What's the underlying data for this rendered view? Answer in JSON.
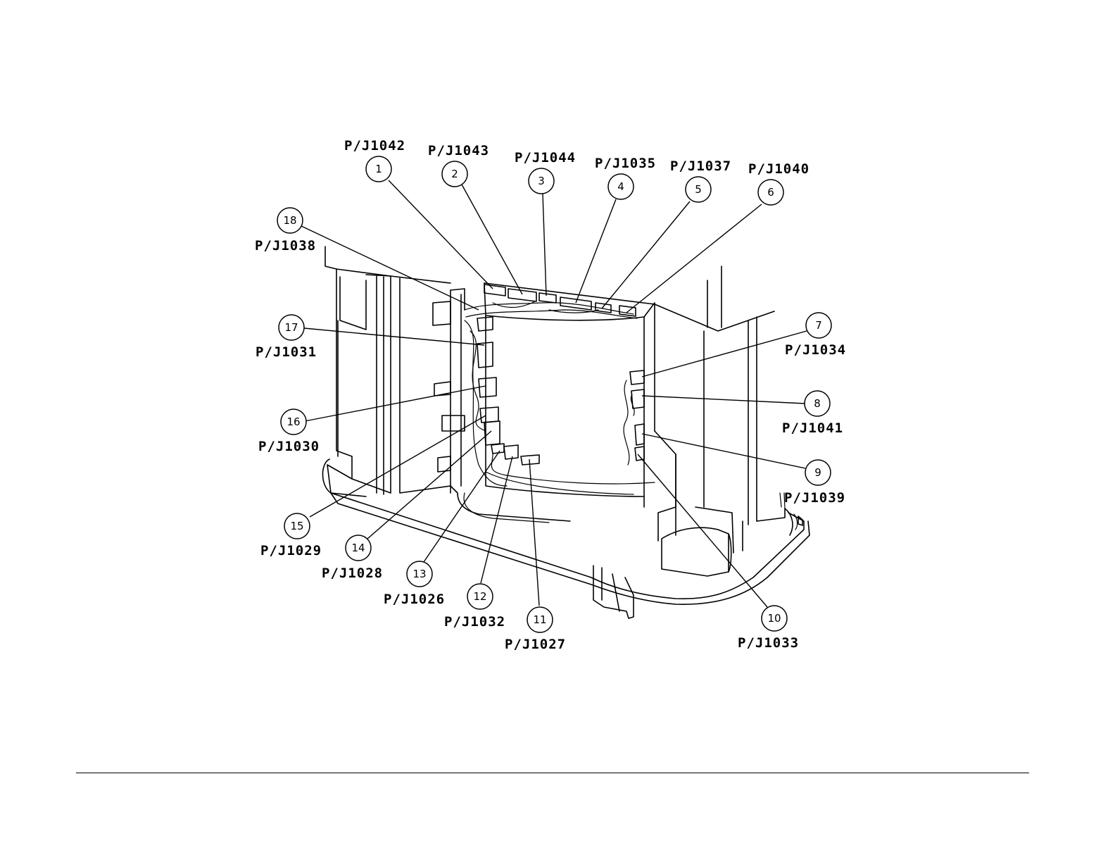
{
  "callouts": [
    {
      "number": "1",
      "label": "P/J1042"
    },
    {
      "number": "2",
      "label": "P/J1043"
    },
    {
      "number": "3",
      "label": "P/J1044"
    },
    {
      "number": "4",
      "label": "P/J1035"
    },
    {
      "number": "5",
      "label": "P/J1037"
    },
    {
      "number": "6",
      "label": "P/J1040"
    },
    {
      "number": "7",
      "label": "P/J1034"
    },
    {
      "number": "8",
      "label": "P/J1041"
    },
    {
      "number": "9",
      "label": "P/J1039"
    },
    {
      "number": "10",
      "label": "P/J1033"
    },
    {
      "number": "11",
      "label": "P/J1027"
    },
    {
      "number": "12",
      "label": "P/J1032"
    },
    {
      "number": "13",
      "label": "P/J1026"
    },
    {
      "number": "14",
      "label": "P/J1028"
    },
    {
      "number": "15",
      "label": "P/J1029"
    },
    {
      "number": "16",
      "label": "P/J1030"
    },
    {
      "number": "17",
      "label": "P/J1031"
    },
    {
      "number": "18",
      "label": "P/J1038"
    }
  ]
}
